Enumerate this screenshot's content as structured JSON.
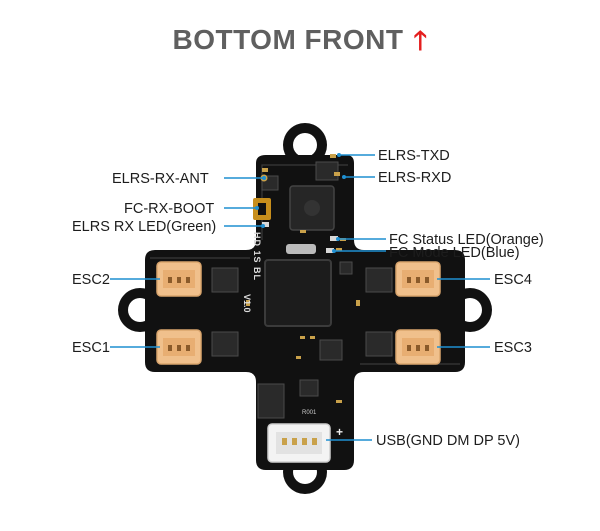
{
  "header": {
    "title": "BOTTOM FRONT",
    "arrow_icon": "up-arrow-icon",
    "arrow_glyph": "🡑",
    "arrow_color": "#e41e1e"
  },
  "colors": {
    "board": "#111111",
    "leader": "#1f8fd1",
    "connector": "#f0c08c",
    "pad": "#c9a14a"
  },
  "board_text": {
    "silk_left": "HD 1S BL",
    "silk_version": "V1.0",
    "plus": "+",
    "chip_code": "R001"
  },
  "labels": {
    "elrs_txd": "ELRS-TXD",
    "elrs_rxd": "ELRS-RXD",
    "elrs_rx_ant": "ELRS-RX-ANT",
    "fc_rx_boot": "FC-RX-BOOT",
    "elrs_rx_led": "ELRS RX LED(Green)",
    "fc_status_led": "FC Status LED(Orange)",
    "fc_mode_led": "FC Mode LED(Blue)",
    "esc2": "ESC2",
    "esc4": "ESC4",
    "esc1": "ESC1",
    "esc3": "ESC3",
    "usb": "USB(GND DM DP 5V)"
  }
}
